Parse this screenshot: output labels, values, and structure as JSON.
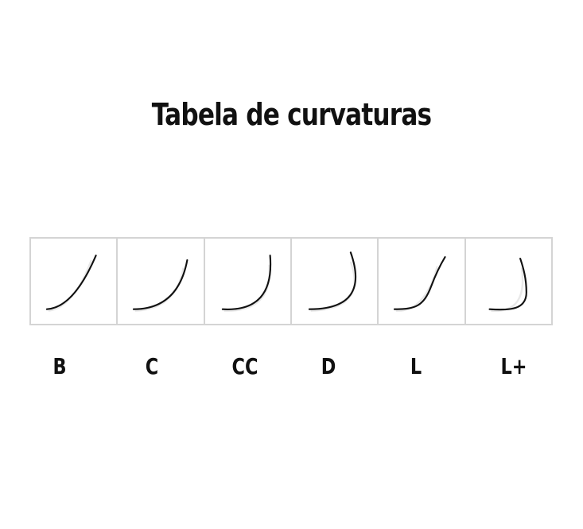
{
  "title": "Tabela de curvaturas",
  "curls": [
    {
      "label": "B",
      "icon": "lash-curl-b-icon"
    },
    {
      "label": "C",
      "icon": "lash-curl-c-icon"
    },
    {
      "label": "CC",
      "icon": "lash-curl-cc-icon"
    },
    {
      "label": "D",
      "icon": "lash-curl-d-icon"
    },
    {
      "label": "L",
      "icon": "lash-curl-l-icon"
    },
    {
      "label": "L+",
      "icon": "lash-curl-lplus-icon"
    }
  ],
  "colors": {
    "background": "#ffffff",
    "text": "#111111",
    "border": "#d4d4d4",
    "lash": "#111111",
    "shadow": "#cfcfcf"
  }
}
